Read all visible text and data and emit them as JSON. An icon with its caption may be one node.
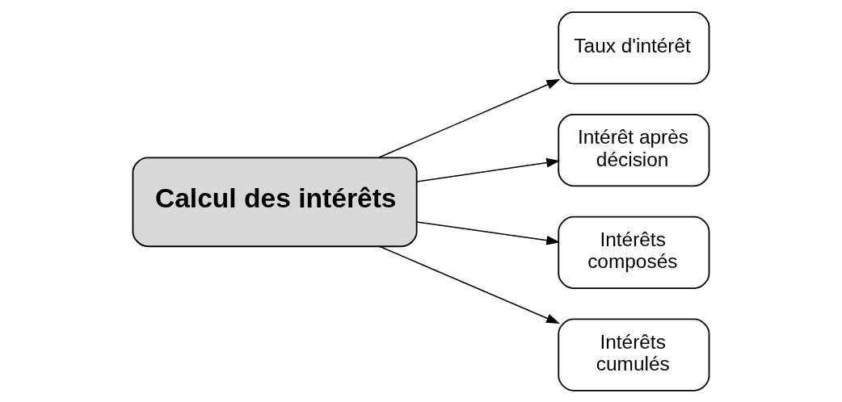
{
  "diagram": {
    "nodes": [
      {
        "text": [
          "Calcul des intérêts"
        ]
      },
      {
        "text": [
          "Taux d'intérêt"
        ]
      },
      {
        "text": [
          "Intérêt après décision"
        ]
      },
      {
        "text": [
          "Intérêts composés"
        ]
      },
      {
        "text": [
          "Intérêts cumulés"
        ]
      }
    ],
    "edges": [
      {
        "from": 0,
        "to": 1,
        "arrow": "to"
      },
      {
        "from": 0,
        "to": 2,
        "arrow": "to"
      },
      {
        "from": 0,
        "to": 3,
        "arrow": "to"
      },
      {
        "from": 0,
        "to": 4,
        "arrow": "to"
      }
    ]
  }
}
